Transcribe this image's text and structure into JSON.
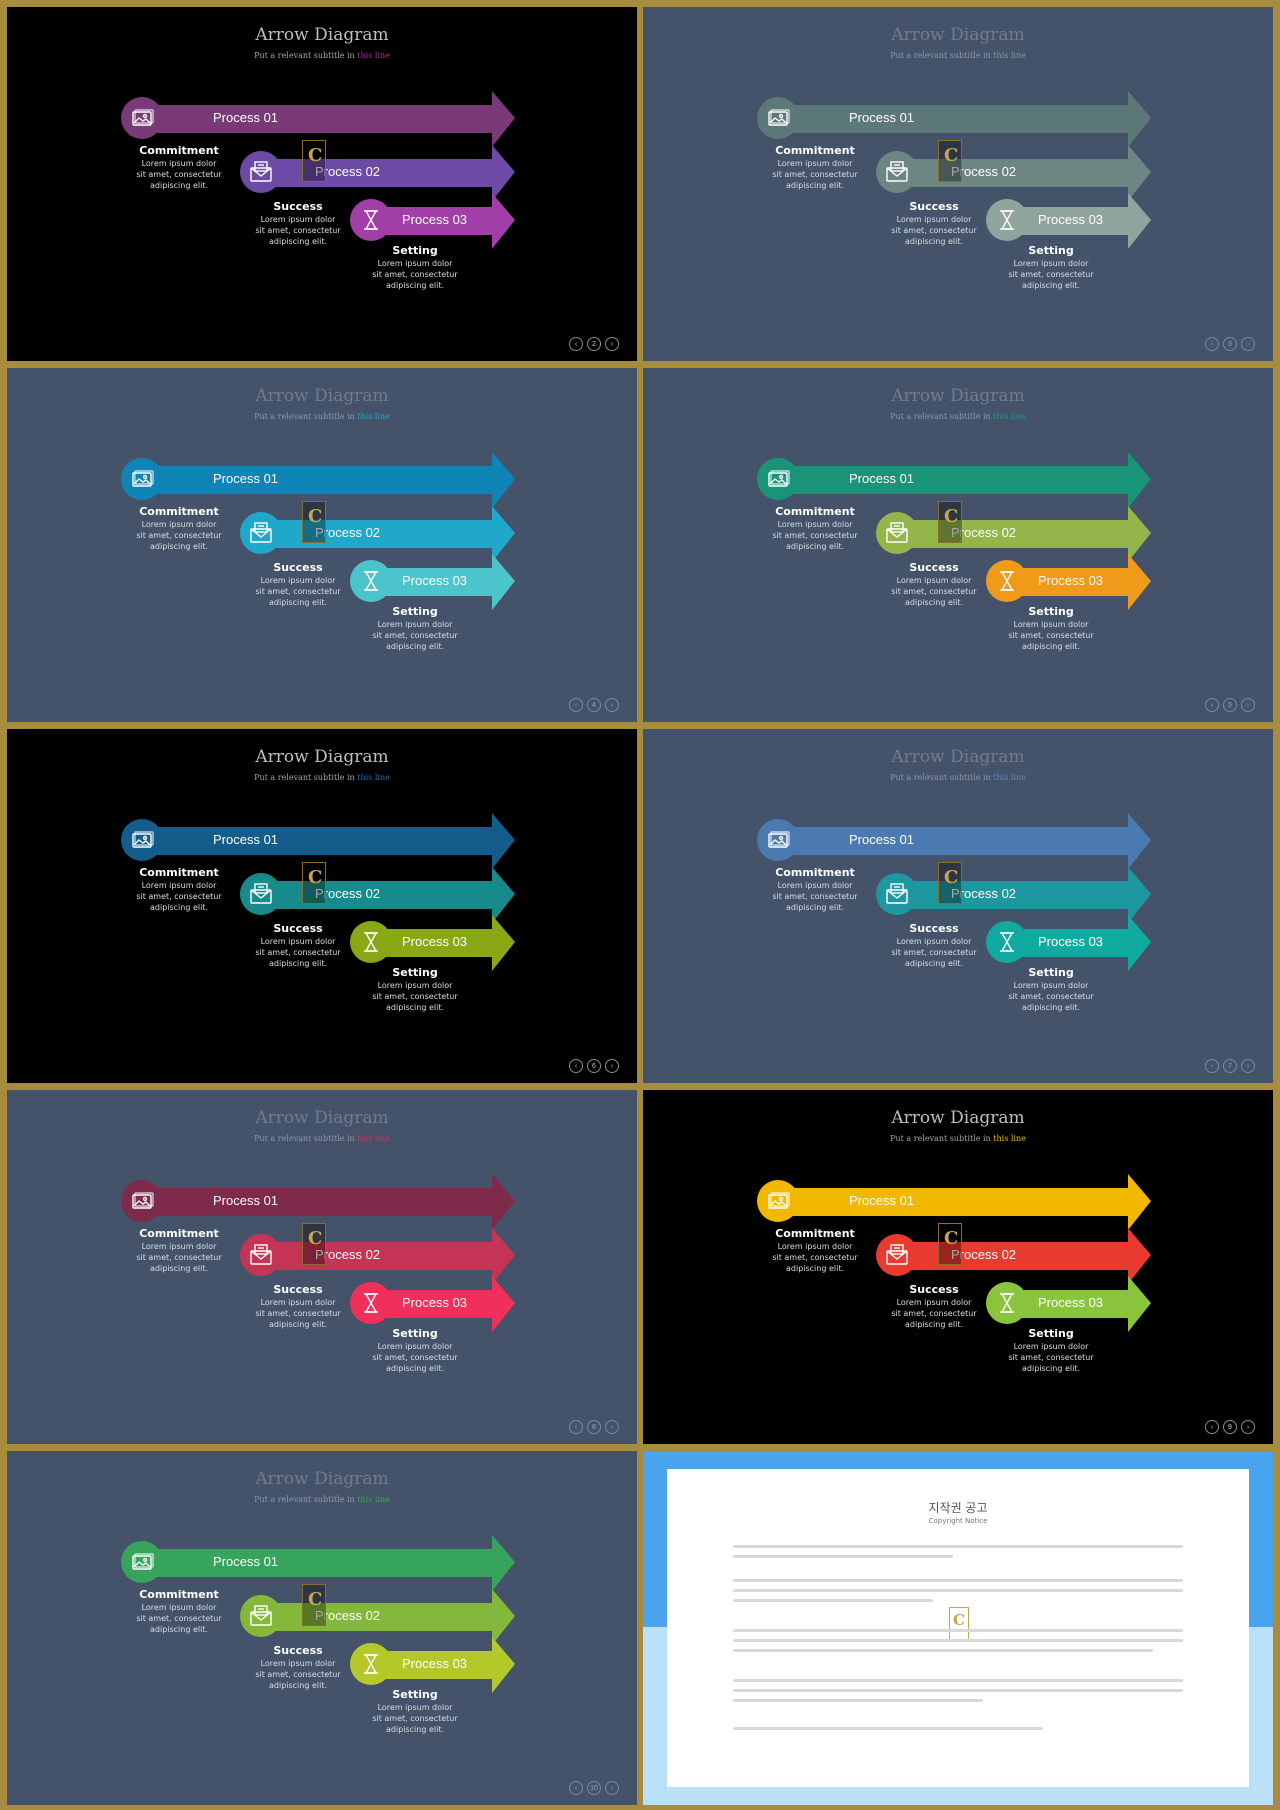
{
  "deck": {
    "title": "Arrow Diagram",
    "subtitle_prefix": "Put a relevant subtitle in ",
    "subtitle_highlight": "this line",
    "steps": [
      {
        "label": "Process 01",
        "heading": "Commitment",
        "lines": [
          "Lorem ipsum dolor",
          "sit amet, consectetur",
          "adipiscing elit."
        ],
        "icon": "image-icon"
      },
      {
        "label": "Process 02",
        "heading": "Success",
        "lines": [
          "Lorem ipsum dolor",
          "sit amet, consectetur",
          "adipiscing elit."
        ],
        "icon": "mail-icon"
      },
      {
        "label": "Process 03",
        "heading": "Setting",
        "lines": [
          "Lorem ipsum dolor",
          "sit amet, consectetur",
          "adipiscing elit."
        ],
        "icon": "hourglass-icon"
      }
    ]
  },
  "slides": [
    {
      "theme": "dark",
      "page": "2",
      "highlight_color": "#9b3a8a",
      "colors": [
        "#7a3a78",
        "#6c4aa6",
        "#a13ea8"
      ]
    },
    {
      "theme": "slate",
      "page": "3",
      "highlight_color": "#7f9a96",
      "colors": [
        "#5c7878",
        "#6e8683",
        "#8ea49c"
      ]
    },
    {
      "theme": "slate",
      "page": "4",
      "highlight_color": "#1fa6c8",
      "colors": [
        "#0f84b6",
        "#1fa8c9",
        "#4cc4cc"
      ]
    },
    {
      "theme": "slate",
      "page": "5",
      "highlight_color": "#1f9a7e",
      "colors": [
        "#1a9478",
        "#93b54a",
        "#f09a1a"
      ]
    },
    {
      "theme": "dark",
      "page": "6",
      "highlight_color": "#1e6ea2",
      "colors": [
        "#145c8c",
        "#178a8c",
        "#88a816"
      ]
    },
    {
      "theme": "slate",
      "page": "7",
      "highlight_color": "#5a8ab8",
      "colors": [
        "#4a7ab0",
        "#1e98a0",
        "#10aaa0"
      ]
    },
    {
      "theme": "slate",
      "page": "8",
      "highlight_color": "#c23a54",
      "colors": [
        "#7e2a4a",
        "#c43454",
        "#f0305a"
      ]
    },
    {
      "theme": "dark",
      "page": "9",
      "highlight_color": "#f0b800",
      "colors": [
        "#f2b800",
        "#e83a2e",
        "#8ac43c"
      ]
    },
    {
      "theme": "slate",
      "page": "10",
      "highlight_color": "#3aa850",
      "colors": [
        "#36a45a",
        "#84b83a",
        "#b4c82a"
      ]
    }
  ],
  "notice": {
    "title": "지작권 공고",
    "subtitle": "Copyright Notice"
  }
}
